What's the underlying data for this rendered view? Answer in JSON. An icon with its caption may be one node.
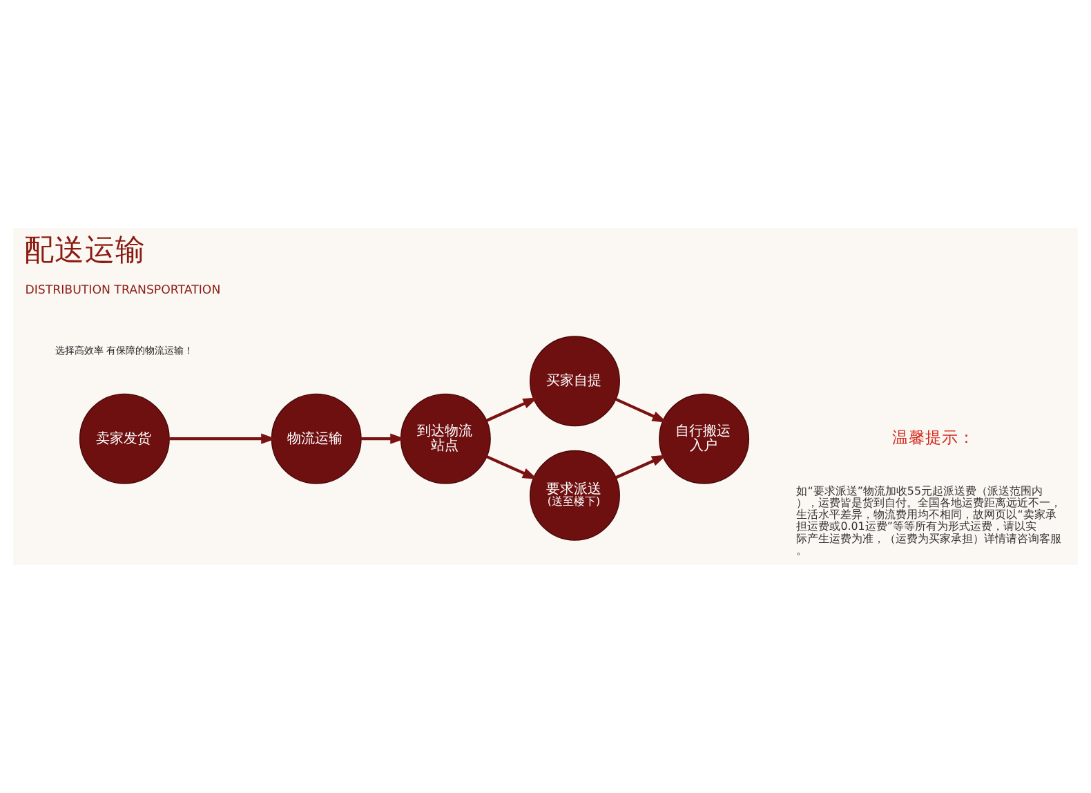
{
  "diagram": {
    "title": "配送运输",
    "nodes": [
      {
        "text": [
          "卖家发货"
        ]
      },
      {
        "text": [
          "物流运输"
        ]
      },
      {
        "text": [
          "到达物流站点"
        ]
      },
      {
        "text": [
          "买家自提"
        ]
      },
      {
        "text": [
          "要求派送",
          "(送至楼下)"
        ]
      },
      {
        "text": [
          "自行搬运入户"
        ]
      }
    ],
    "edges": [
      {
        "from": 0,
        "to": 1,
        "arrow": "to"
      },
      {
        "from": 1,
        "to": 2,
        "arrow": "to"
      },
      {
        "from": 2,
        "to": 3,
        "arrow": "to"
      },
      {
        "from": 2,
        "to": 4,
        "arrow": "to"
      },
      {
        "from": 3,
        "to": 5,
        "arrow": "to"
      },
      {
        "from": 4,
        "to": 5,
        "arrow": "to"
      }
    ],
    "labels": [
      "DISTRIBUTION TRANSPORTATION",
      "选择高效率 有保障的物流运输！",
      "温馨提示：",
      "如“要求派送”物流加收55元起派送费（派送范围内），运费皆是货到自付。全国各地运费距离远近不一，生活水平差异，物流费用均不相同，故网页以“卖家承担运费或0.01运费”等等所有为形式运费，请以实际产生运费为准，（运费为买家承担）详情请咨询客服。"
    ]
  }
}
